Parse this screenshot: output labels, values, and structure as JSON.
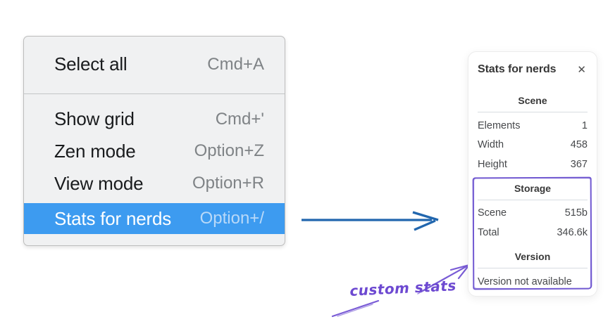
{
  "menu": {
    "items": [
      {
        "label": "Select all",
        "shortcut": "Cmd+A",
        "highlighted": false
      },
      {
        "label": "Show grid",
        "shortcut": "Cmd+'",
        "highlighted": false
      },
      {
        "label": "Zen mode",
        "shortcut": "Option+Z",
        "highlighted": false
      },
      {
        "label": "View mode",
        "shortcut": "Option+R",
        "highlighted": false
      },
      {
        "label": "Stats for nerds",
        "shortcut": "Option+/",
        "highlighted": true
      }
    ]
  },
  "stats": {
    "title": "Stats for nerds",
    "close_icon": "✕",
    "sections": [
      {
        "heading": "Scene",
        "rows": [
          [
            "Elements",
            "1"
          ],
          [
            "Width",
            "458"
          ],
          [
            "Height",
            "367"
          ]
        ]
      },
      {
        "heading": "Storage",
        "rows": [
          [
            "Scene",
            "515b"
          ],
          [
            "Total",
            "346.6k"
          ]
        ]
      },
      {
        "heading": "Version",
        "note": "Version not available"
      }
    ]
  },
  "annotation": {
    "label": "custom stats"
  },
  "colors": {
    "menu_highlight": "#3d9bf0",
    "menu_background": "#f0f1f2",
    "arrow_blue": "#2166ae",
    "annotation_purple": "#7a5cd6",
    "rectangle_purple": "#6c54ce"
  }
}
